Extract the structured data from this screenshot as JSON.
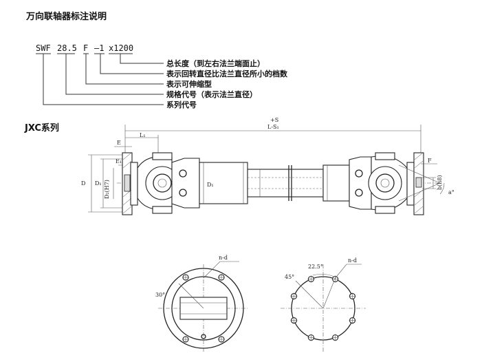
{
  "title": "万向联轴器标注说明",
  "model_code": {
    "prefix": "SWF",
    "size": "28.5",
    "type": "F",
    "compensation": "—1",
    "length": "x1200"
  },
  "notes": [
    "总长度（到左右法兰端面止）",
    "表示回转直径比法兰直径所小的档数",
    "表示可伸缩型",
    "规格代号（表示法兰直径）",
    "系列代号"
  ],
  "series_title": "JXC系列",
  "dimension_labels": {
    "plus_s": "+S",
    "length_minus_s": "L-S₁",
    "l1": "L₁",
    "e": "E",
    "e1": "E₁",
    "d": "D",
    "d1_left": "D₁",
    "d2": "D₂(H7)",
    "d1_shaft": "D₁",
    "f": "F",
    "b": "b(h8)",
    "a": "a°"
  },
  "flange_left": {
    "hole_label": "n-d",
    "angle_label": "30°"
  },
  "flange_right": {
    "hole_label": "n-d",
    "angle_small": "22.5°",
    "angle_large": "45°"
  }
}
